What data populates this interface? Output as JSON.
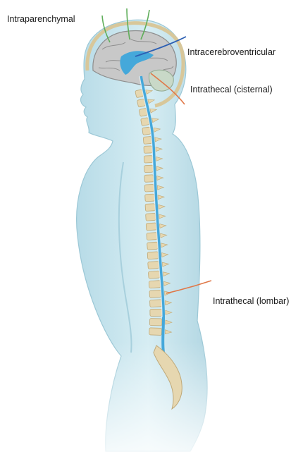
{
  "labels": {
    "intraparenchymal": "Intraparenchymal",
    "intracerebroventricular": "Intracerebroventricular",
    "intrathecal_cisternal": "Intrathecal (cisternal)",
    "intrathecal_lombar": "Intrathecal (lombar)"
  },
  "colors": {
    "body": "#cbe6ee",
    "body_outline": "#9cc8d6",
    "bone": "#e6d7b0",
    "csf": "#45a8da",
    "brain": "#bdbdbd",
    "needle_green": "#5fae5a",
    "needle_blue": "#2c5fb3",
    "needle_orange": "#e07848"
  },
  "icons": [
    "human-body-silhouette",
    "brain-icon",
    "spinal-column-icon",
    "needle-icon"
  ]
}
